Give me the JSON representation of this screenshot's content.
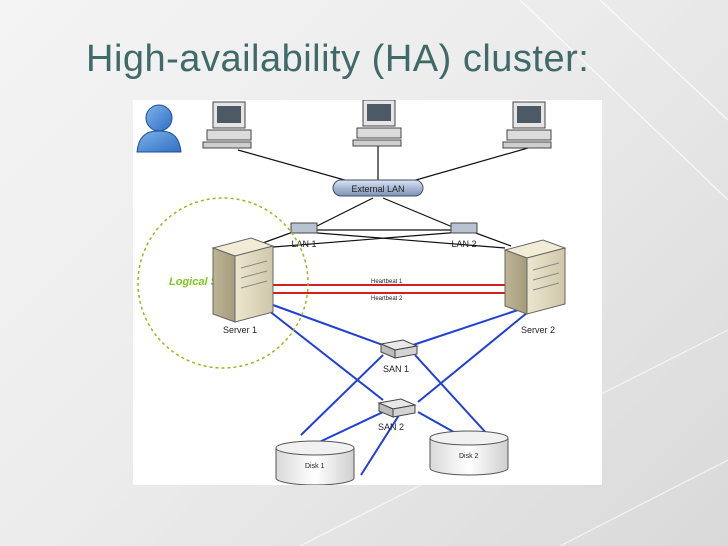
{
  "slide": {
    "title": "High-availability (HA) cluster:"
  },
  "colors": {
    "title": "#3f6a68",
    "san_link": "#1f3fd6",
    "heartbeat": "#d21f1f",
    "logical_server": "#7ec71f",
    "lan_link": "#111111"
  },
  "diagram": {
    "external_lan": "External LAN",
    "lan1": "LAN 1",
    "lan2": "LAN 2",
    "logical_server": "Logical Server",
    "heartbeat1": "Heartbeat 1",
    "heartbeat2": "Heartbeat 2",
    "server1": "Server 1",
    "server2": "Server 2",
    "san1": "SAN 1",
    "san2": "SAN 2",
    "disk1": "Disk 1",
    "disk2": "Disk 2"
  }
}
